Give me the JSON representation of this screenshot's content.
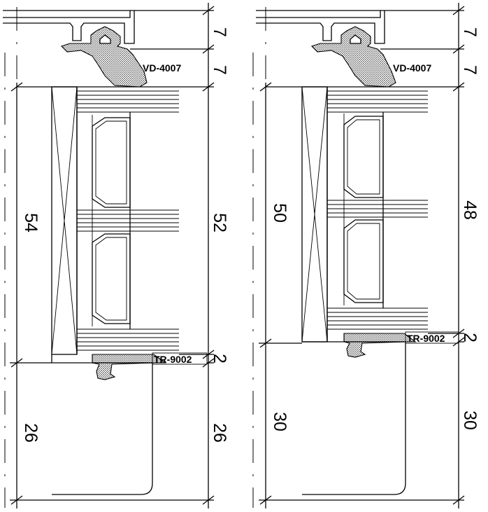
{
  "left_section": {
    "gasket_label": "VD-4007",
    "profile_label": "TR-9002",
    "dim_left_upper": "54",
    "dim_left_lower": "26",
    "dim_right_top_1": "7",
    "dim_right_top_2": "7",
    "dim_right_main": "52",
    "dim_right_gap": "2",
    "dim_right_lower": "26"
  },
  "right_section": {
    "gasket_label": "VD-4007",
    "profile_label": "TR-9002",
    "dim_left_upper": "50",
    "dim_left_lower": "30",
    "dim_right_top_1": "7",
    "dim_right_top_2": "7",
    "dim_right_main": "48",
    "dim_right_gap": "2",
    "dim_right_lower": "30"
  }
}
